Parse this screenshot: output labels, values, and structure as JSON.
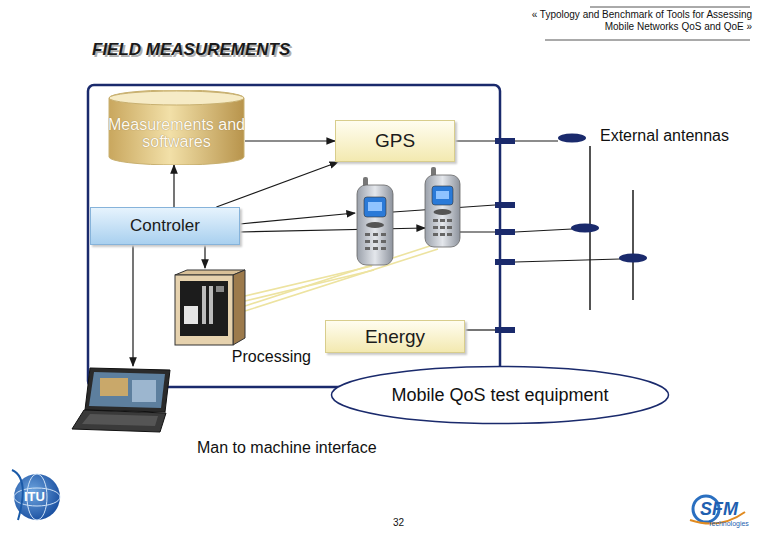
{
  "diagram": {
    "title": "FIELD MEASUREMENTS",
    "nodes": [
      {
        "text": [
          "Measurements and softwares"
        ]
      },
      {
        "text": [
          "GPS"
        ]
      },
      {
        "text": [
          "Controler"
        ]
      },
      {
        "text": [
          "Processing"
        ]
      },
      {
        "text": [
          "Energy"
        ]
      },
      {
        "text": [
          "Mobile QoS test equipment"
        ]
      }
    ],
    "edges": [
      {
        "from": 2,
        "to": 0,
        "arrow": "to"
      },
      {
        "from": 0,
        "to": 1,
        "arrow": "to"
      },
      {
        "from": 2,
        "to": 1,
        "arrow": "to"
      },
      {
        "from": 2,
        "to": 3,
        "arrow": "to"
      }
    ],
    "labels": [
      "« Typology and Benchmark of Tools for Assessing Mobile Networks QoS and QoE »",
      "External antennas",
      "Man to machine interface",
      "32",
      "ITU",
      "SFM",
      "Technologies"
    ]
  }
}
